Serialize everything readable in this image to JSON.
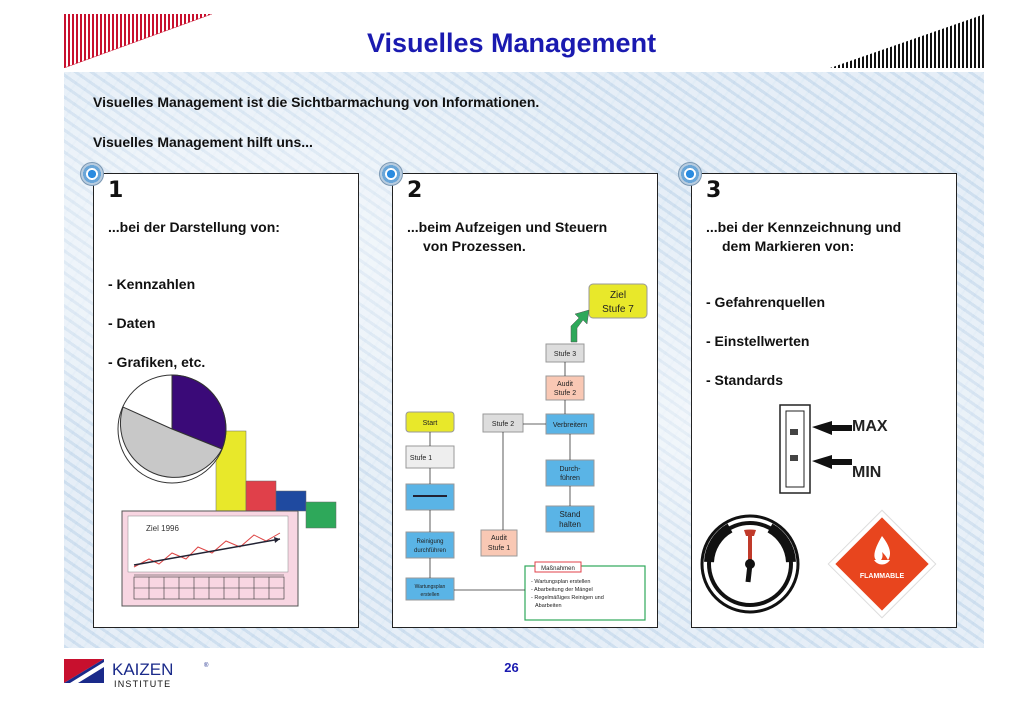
{
  "header": {
    "title": "Visuelles Management"
  },
  "intro": {
    "line1": "Visuelles Management ist die Sichtbarmachung von Informationen.",
    "line2": "Visuelles Management hilft uns..."
  },
  "panels": [
    {
      "number": "1",
      "heading": "...bei der Darstellung von:",
      "items": [
        "- Kennzahlen",
        "- Daten",
        "- Grafiken, etc."
      ],
      "chart_label": "Ziel 1996"
    },
    {
      "number": "2",
      "heading_line1": "...beim Aufzeigen und Steuern",
      "heading_line2": "von Prozessen.",
      "flow": {
        "goal_line1": "Ziel",
        "goal_line2": "Stufe 7",
        "stufe3": "Stufe 3",
        "audit2_line1": "Audit",
        "audit2_line2": "Stufe 2",
        "weiter": "Verbreitern",
        "durch1": "Durch-",
        "durch2": "führen",
        "stand1": "Stand",
        "stand2": "halten",
        "start": "Start",
        "stufe1": "Stufe 1",
        "stufe2": "Stufe 2",
        "reinig1": "Reinigung",
        "reinig2": "durchführen",
        "audit1_line1": "Audit",
        "audit1_line2": "Stufe 1",
        "wartung1": "Wartungsplan",
        "wartung2": "erstellen",
        "massnahmen": "Maßnahmen",
        "m1": "- Wartungsplan erstellen",
        "m2": "- Abarbeitung der Mängel",
        "m3": "- Regelmäßiges Reinigen und",
        "m4": "Abarbeiten"
      }
    },
    {
      "number": "3",
      "heading_line1": "...bei der Kennzeichnung und",
      "heading_line2": "dem Markieren von:",
      "items": [
        "- Gefahrenquellen",
        "- Einstellwerten",
        "- Standards"
      ],
      "max": "MAX",
      "min": "MIN",
      "flammable": "FLAMMABLE"
    }
  ],
  "footer": {
    "page": "26",
    "logo_top": "KAIZEN",
    "logo_reg": "®",
    "logo_bottom": "INSTITUTE"
  },
  "colors": {
    "title": "#1a1ab0",
    "yellow": "#e8e82a",
    "blue": "#5ab4e6",
    "red": "#e0404a",
    "green": "#2ea85a",
    "purple": "#3a0a78"
  }
}
